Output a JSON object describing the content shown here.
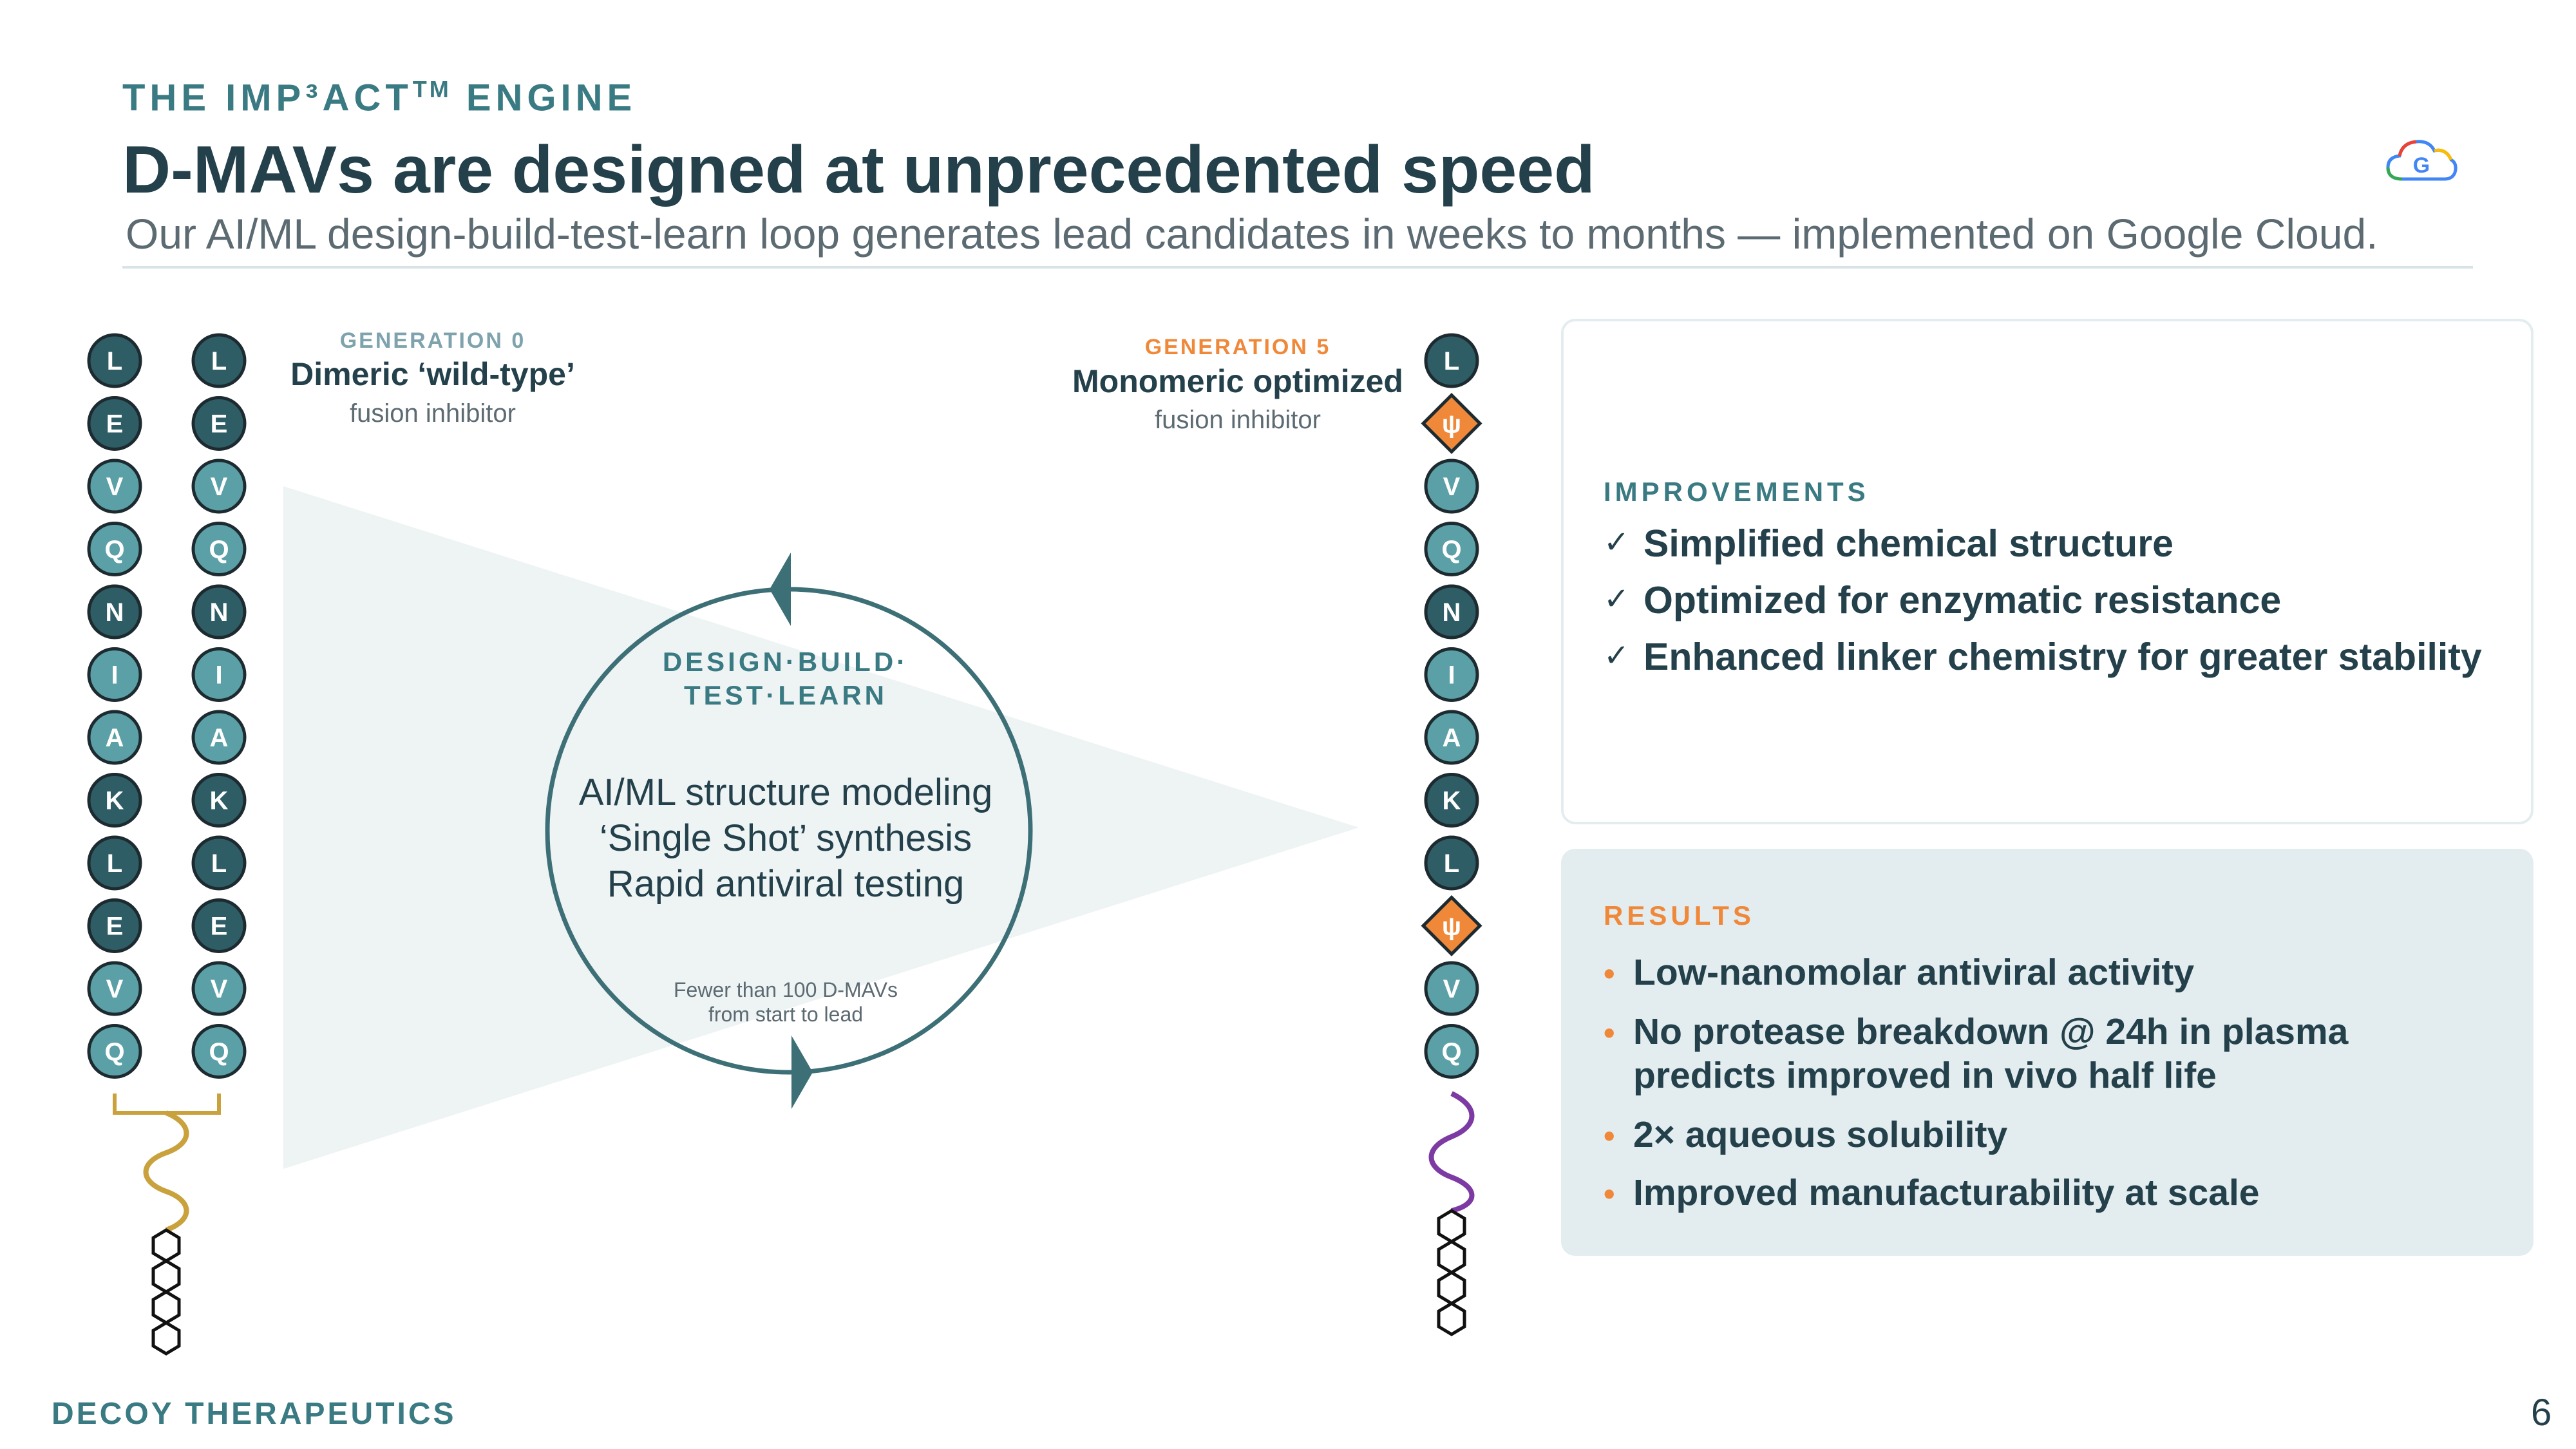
{
  "header": {
    "kicker": "THE IMP³ACT",
    "kicker_tm": "TM",
    "kicker_suffix": " ENGINE",
    "title": "D-MAVs are designed at unprecedented speed",
    "subtitle": "Our AI/ML design-build-test-learn loop generates lead candidates in weeks to months — implemented on Google Cloud."
  },
  "logo": {
    "icon": "google-cloud-icon",
    "letter": "G"
  },
  "generation0": {
    "label": "GENERATION 0",
    "name": "Dimeric ‘wild-type’",
    "sub": "fusion inhibitor",
    "chain_left": [
      "L",
      "E",
      "V",
      "Q",
      "N",
      "I",
      "A",
      "K",
      "L",
      "E",
      "V",
      "Q"
    ],
    "chain_right": [
      "L",
      "E",
      "V",
      "Q",
      "N",
      "I",
      "A",
      "K",
      "L",
      "E",
      "V",
      "Q"
    ]
  },
  "generation5": {
    "label": "GENERATION 5",
    "name": "Monomeric optimized",
    "sub": "fusion inhibitor",
    "chain": [
      "L",
      "ψ",
      "V",
      "Q",
      "N",
      "I",
      "A",
      "K",
      "L",
      "ψ",
      "V",
      "Q"
    ]
  },
  "loop": {
    "kicker_line1": "DESIGN·BUILD·",
    "kicker_line2": "TEST·LEARN",
    "lines": [
      "AI/ML structure modeling",
      "‘Single Shot’ synthesis",
      "Rapid antiviral testing"
    ],
    "note_line1": "Fewer than 100 D-MAVs",
    "note_line2": "from start to lead"
  },
  "improvements": {
    "heading": "IMPROVEMENTS",
    "check_icon": "✓",
    "items": [
      "Simplified chemical structure",
      "Optimized for enzymatic resistance",
      "Enhanced linker chemistry for greater stability"
    ]
  },
  "results": {
    "heading": "RESULTS",
    "bullet_icon": "•",
    "items": [
      [
        "Low-nanomolar antiviral activity"
      ],
      [
        "No protease breakdown @ 24h in plasma",
        "predicts improved in vivo half life"
      ],
      [
        "2× aqueous solubility"
      ],
      [
        " Improved manufacturability at scale"
      ]
    ]
  },
  "footer": {
    "company": "DECOY THERAPEUTICS",
    "page": "6"
  },
  "colors": {
    "teal_dark": "#2e5d66",
    "teal_light": "#5ba0a7",
    "orange": "#f0883a",
    "navy_text": "#23404b",
    "gold_linker": "#c9a23e",
    "purple_linker": "#7d3aa3",
    "funnel": "#eef3f4"
  }
}
